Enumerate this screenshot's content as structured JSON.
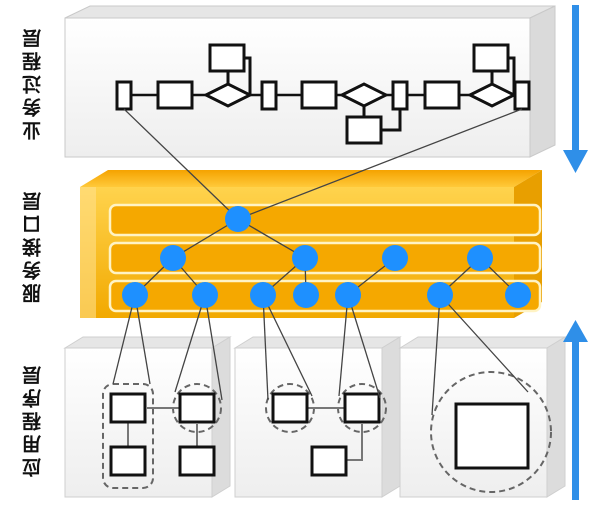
{
  "layers": {
    "business_process": "业务过程层",
    "service_interface": "服务接口层",
    "application": "应用程序层"
  },
  "colors": {
    "interface_layer": "#F7B823",
    "interface_rail": "#F5A800",
    "node": "#1E90FF",
    "arrow": "#2F8FE8",
    "box_face": "#F7F7F7",
    "line": "#444444"
  },
  "arrows": {
    "top": "down",
    "bottom": "up"
  }
}
